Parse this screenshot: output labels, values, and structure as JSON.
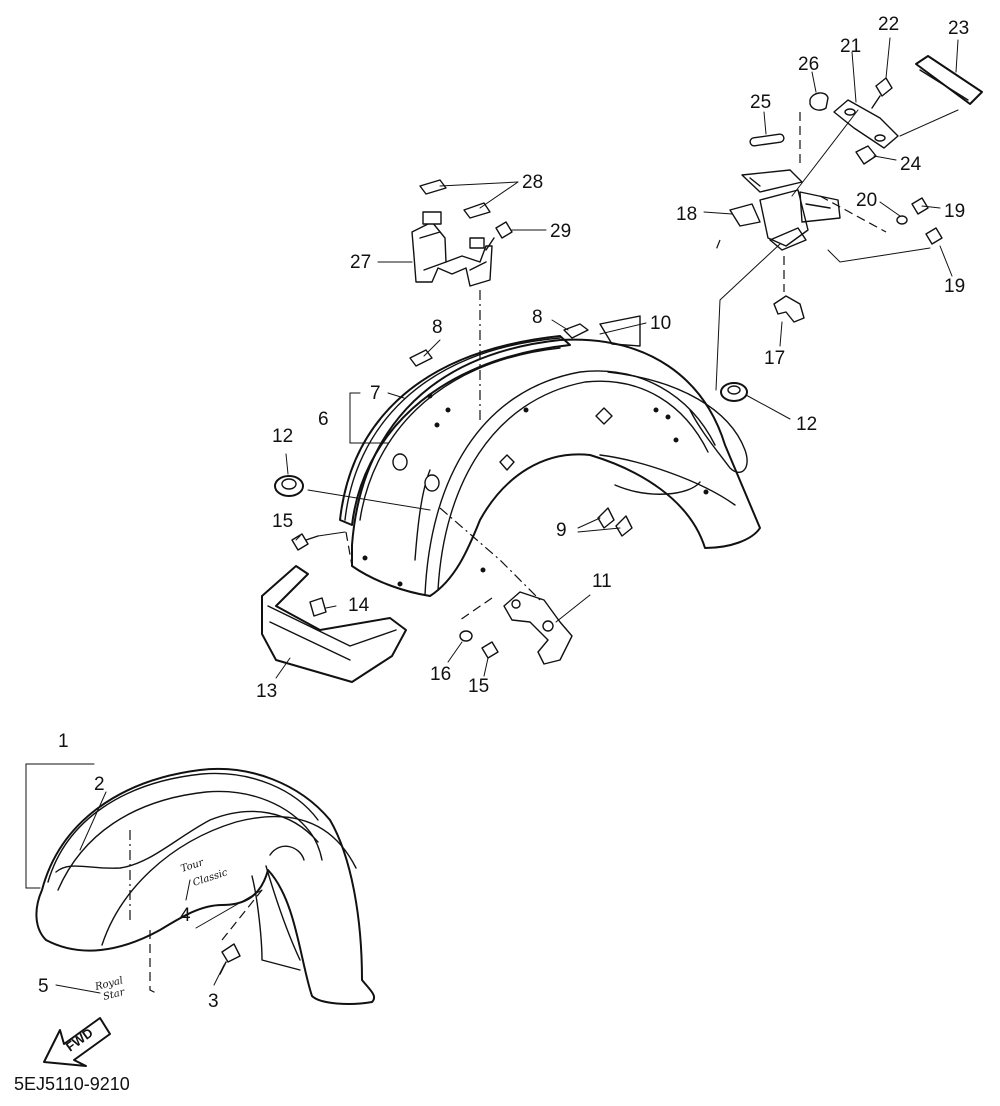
{
  "diagram": {
    "code": "5EJ5110-9210",
    "fwd_label": "FWD",
    "decals": {
      "brand_top": "Tour",
      "brand_bottom": "Classic",
      "script_a": "Royal",
      "script_b": "Star"
    },
    "labels": {
      "l1": "1",
      "l2": "2",
      "l3": "3",
      "l4": "4",
      "l5": "5",
      "l6": "6",
      "l7": "7",
      "l8a": "8",
      "l8b": "8",
      "l9": "9",
      "l10": "10",
      "l11": "11",
      "l12a": "12",
      "l12b": "12",
      "l13": "13",
      "l14": "14",
      "l15a": "15",
      "l15b": "15",
      "l16": "16",
      "l17": "17",
      "l18": "18",
      "l19a": "19",
      "l19b": "19",
      "l20": "20",
      "l21": "21",
      "l22": "22",
      "l23": "23",
      "l24": "24",
      "l25": "25",
      "l26": "26",
      "l27": "27",
      "l28": "28",
      "l29": "29"
    }
  }
}
